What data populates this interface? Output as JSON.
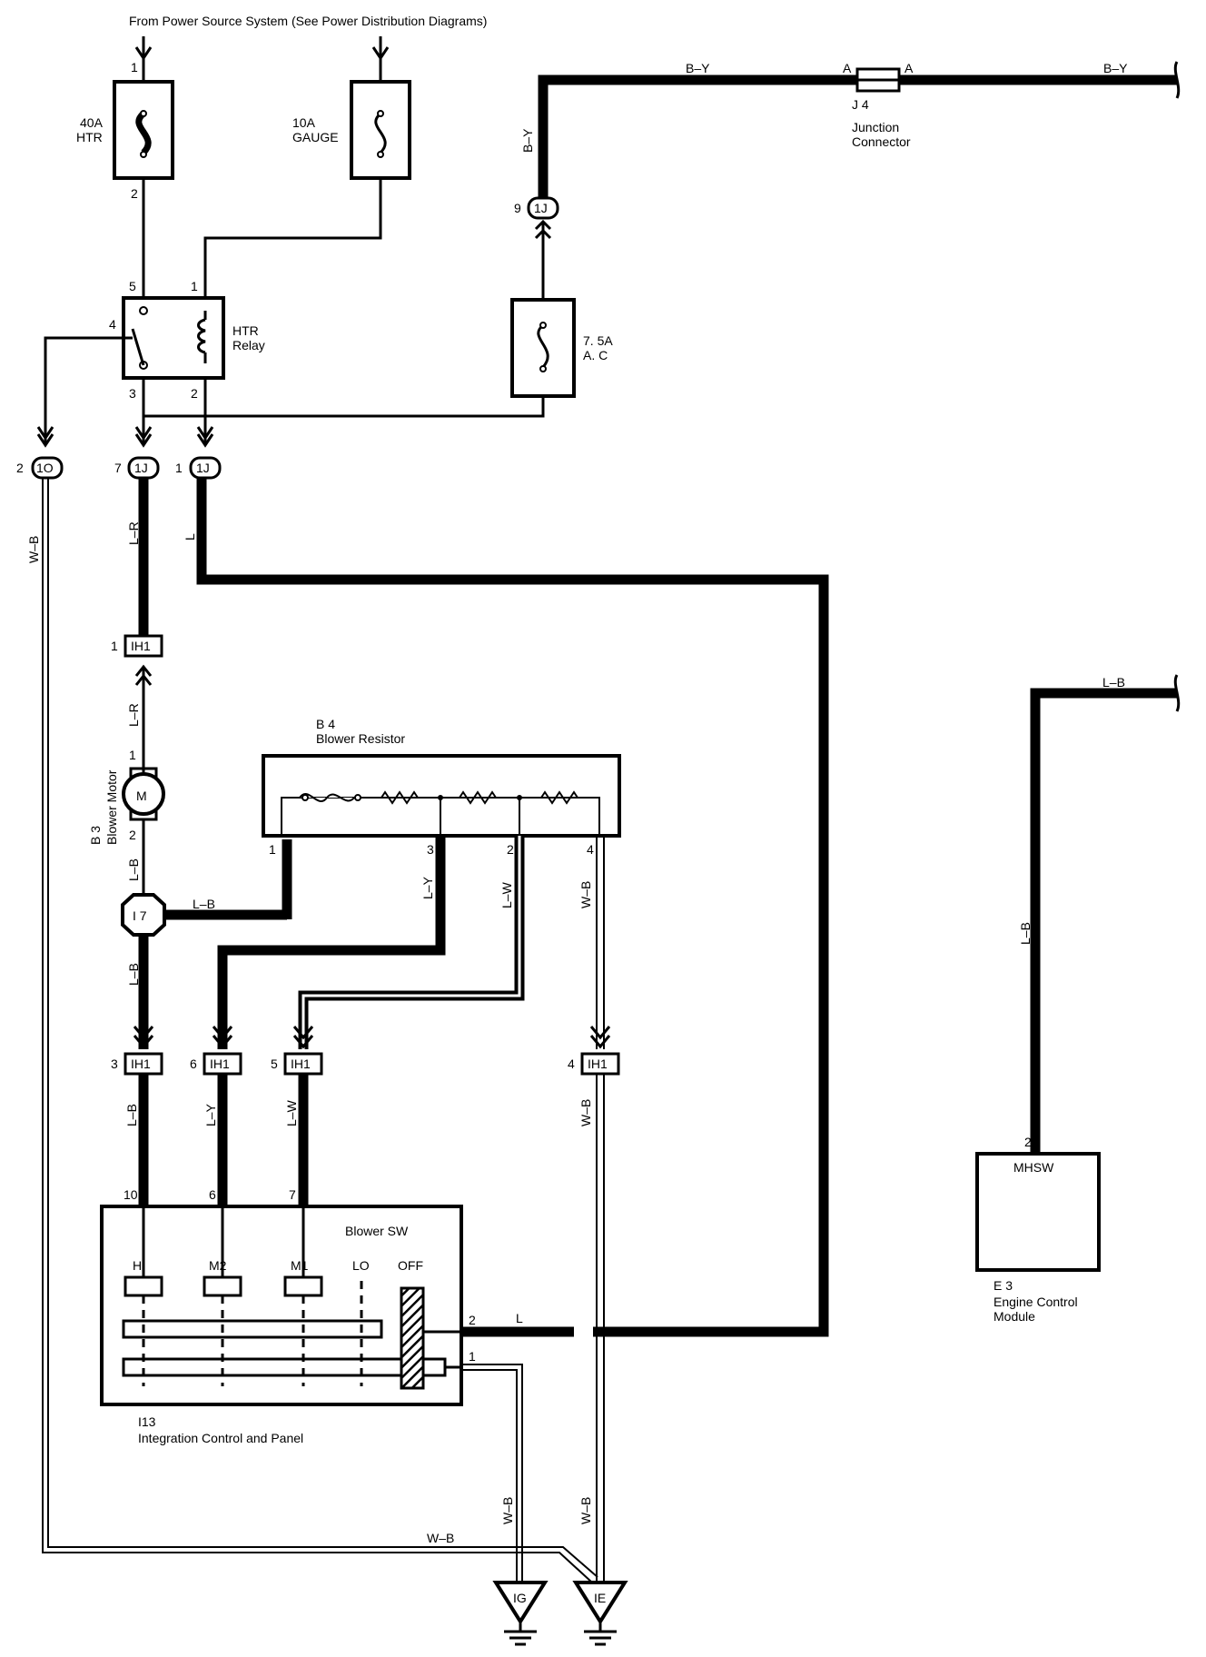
{
  "header": {
    "power_source": "From Power Source System (See Power Distribution Diagrams)"
  },
  "fuses": {
    "htr": [
      "40A",
      "HTR"
    ],
    "gauge": [
      "10A",
      "GAUGE"
    ],
    "ac": [
      "7. 5A",
      "A. C"
    ]
  },
  "relay": {
    "name": [
      "HTR",
      "Relay"
    ]
  },
  "junction": {
    "code": "J 4",
    "name": [
      "Junction",
      "Connector"
    ],
    "pin_label": "A"
  },
  "connectors": {
    "1J": "1J",
    "1O": "1O",
    "IH1": "IH1",
    "I7": "I 7",
    "IG": "IG",
    "IE": "IE"
  },
  "motor": {
    "code": "B 3",
    "name": "Blower Motor",
    "symbol": "M"
  },
  "resistor": {
    "code": "B 4",
    "name": "Blower Resistor"
  },
  "switch": {
    "title": "Blower SW",
    "positions": [
      "HI",
      "M2",
      "M1",
      "LO",
      "OFF"
    ],
    "code": "I13",
    "name": "Integration Control and Panel"
  },
  "ecm": {
    "label": "MHSW",
    "code": "E 3",
    "name": [
      "Engine Control",
      "Module"
    ]
  },
  "wire_colors": {
    "by": "B–Y",
    "wb": "W–B",
    "lr": "L–R",
    "l": "L",
    "lb": "L–B",
    "ly": "L–Y",
    "lw": "L–W"
  },
  "pins": {
    "htr_in": "1",
    "htr_out": "2",
    "relay_5": "5",
    "relay_1": "1",
    "relay_4": "4",
    "relay_3": "3",
    "relay_2": "2",
    "c1o": "2",
    "c1j_7": "7",
    "c1j_1": "1",
    "c1j_9": "9",
    "ih1_1": "1",
    "ih1_3": "3",
    "ih1_6": "6",
    "ih1_5": "5",
    "ih1_4": "4",
    "motor_1": "1",
    "motor_2": "2",
    "res_1": "1",
    "res_3": "3",
    "res_2": "2",
    "res_4": "4",
    "sw_10": "10",
    "sw_6": "6",
    "sw_7": "7",
    "sw_2": "2",
    "sw_1": "1",
    "ecm_2": "2"
  }
}
